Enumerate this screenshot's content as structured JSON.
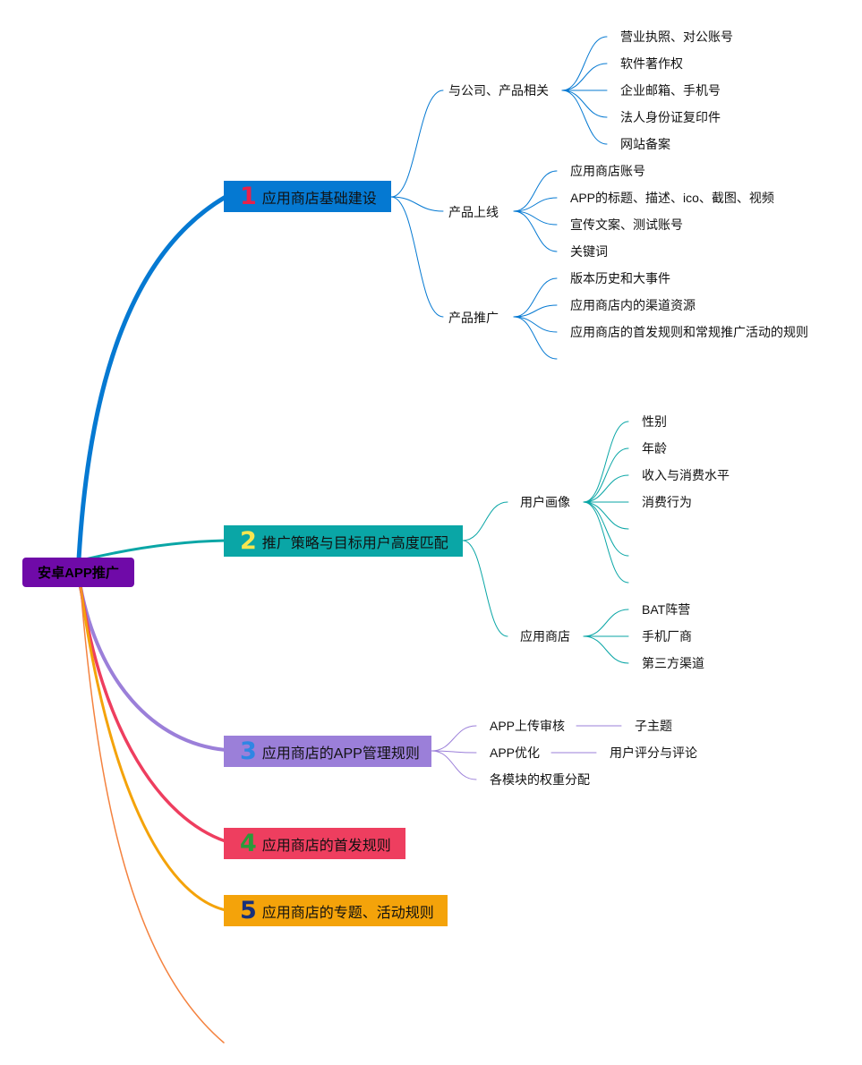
{
  "root": {
    "label": "安卓APP推广"
  },
  "colors": {
    "root": "#6f0aa8",
    "b1": "#0579d2",
    "b2": "#0aa6a6",
    "b3": "#9b7fd9",
    "b4": "#ee3e5f",
    "b5": "#f4a30a",
    "b6": "#f4823f"
  },
  "branches": [
    {
      "num": "1",
      "num_color": "#e8214a",
      "label": "应用商店基础建设",
      "children": [
        {
          "label": "与公司、产品相关",
          "children": [
            "营业执照、对公账号",
            "软件著作权",
            "企业邮箱、手机号",
            "法人身份证复印件",
            "网站备案"
          ]
        },
        {
          "label": "产品上线",
          "children": [
            "应用商店账号",
            "APP的标题、描述、ico、截图、视频",
            "宣传文案、测试账号",
            "关键词"
          ]
        },
        {
          "label": "产品推广",
          "children": [
            "版本历史和大事件",
            "应用商店内的渠道资源",
            "应用商店的首发规则和常规推广活动的规则",
            ""
          ]
        }
      ]
    },
    {
      "num": "2",
      "num_color": "#f6e650",
      "label": "推广策略与目标用户高度匹配",
      "children": [
        {
          "label": "用户画像",
          "children": [
            "性别",
            "年龄",
            "收入与消费水平",
            "消费行为",
            "",
            "",
            ""
          ]
        },
        {
          "label": "应用商店",
          "children": [
            "BAT阵营",
            "手机厂商",
            "第三方渠道"
          ]
        }
      ]
    },
    {
      "num": "3",
      "num_color": "#2f86e4",
      "label": "应用商店的APP管理规则",
      "children": [
        {
          "label": "APP上传审核",
          "children": [
            "子主题"
          ]
        },
        {
          "label": "APP优化",
          "children": [
            "用户评分与评论"
          ]
        },
        {
          "label": "各模块的权重分配",
          "children": []
        }
      ]
    },
    {
      "num": "4",
      "num_color": "#2a9a3a",
      "label": "应用商店的首发规则",
      "children": []
    },
    {
      "num": "5",
      "num_color": "#18307a",
      "label": "应用商店的专题、活动规则",
      "children": []
    }
  ]
}
